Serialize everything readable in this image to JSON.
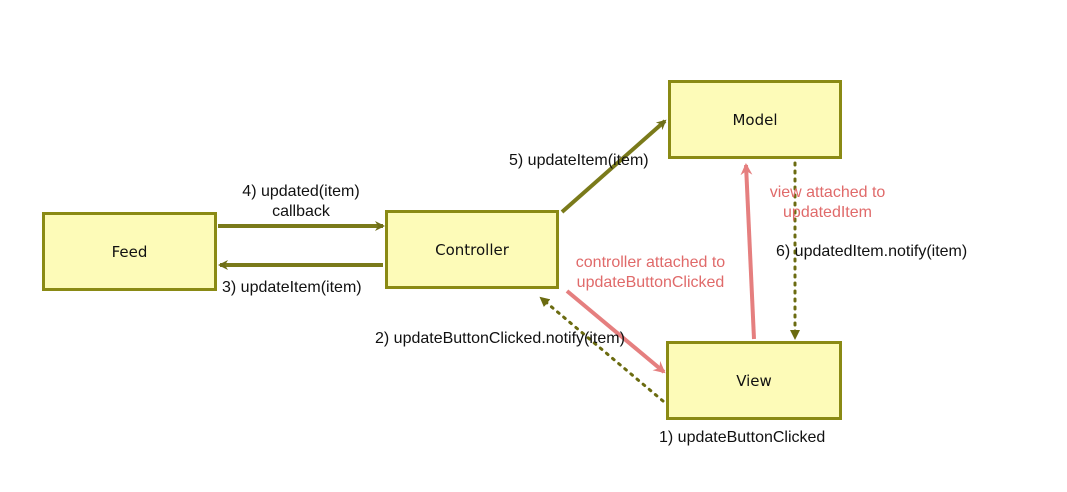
{
  "nodes": {
    "feed": "Feed",
    "controller": "Controller",
    "model": "Model",
    "view": "View"
  },
  "edges": {
    "updated_callback_line1": "4) updated(item)",
    "updated_callback_line2": "callback",
    "update_item_feed": "3) updateItem(item)",
    "update_item_model": "5) updateItem(item)",
    "update_button_notify": "2) updateButtonClicked.notify(item)",
    "updated_item_notify": "6) updatedItem.notify(item)",
    "update_button_clicked": "1) updateButtonClicked"
  },
  "annotations": {
    "controller_attached_line1": "controller attached to",
    "controller_attached_line2": "updateButtonClicked",
    "view_attached_line1": "view attached to",
    "view_attached_line2": "updatedItem"
  },
  "colors": {
    "box_fill": "#fdfbb8",
    "box_border": "#8a8a14",
    "arrow_olive": "#7a7a1a",
    "arrow_dotted": "#6b6b10",
    "arrow_red": "#e57f7f",
    "annotation_red": "#e06a6a"
  }
}
